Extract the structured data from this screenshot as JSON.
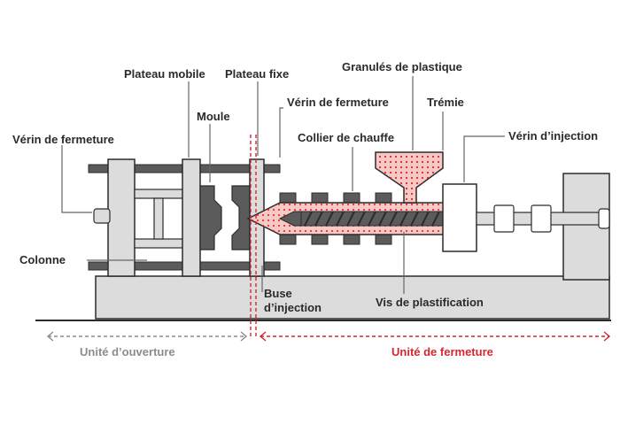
{
  "labels": {
    "plateau_mobile": "Plateau mobile",
    "plateau_fixe": "Plateau fixe",
    "granules": "Granulés de plastique",
    "verin_fermeture_right": "Vérin de fermeture",
    "tremie": "Trémie",
    "moule": "Moule",
    "collier": "Collier de chauffe",
    "verin_injection": "Vérin d’injection",
    "verin_fermeture_left": "Vérin de fermeture",
    "colonne": "Colonne",
    "buse_line1": "Buse",
    "buse_line2": "d’injection",
    "vis": "Vis de plastification",
    "unite_ouverture": "Unité d’ouverture",
    "unite_fermeture": "Unité de fermeture"
  },
  "colors": {
    "accent_red": "#d7262f",
    "pellet_fill": "#f6c9c4",
    "machine_grey": "#dcdcdc",
    "dark_grey": "#5b5b5b",
    "outline": "#2b2b2b",
    "muted_text": "#8c8c8c"
  }
}
